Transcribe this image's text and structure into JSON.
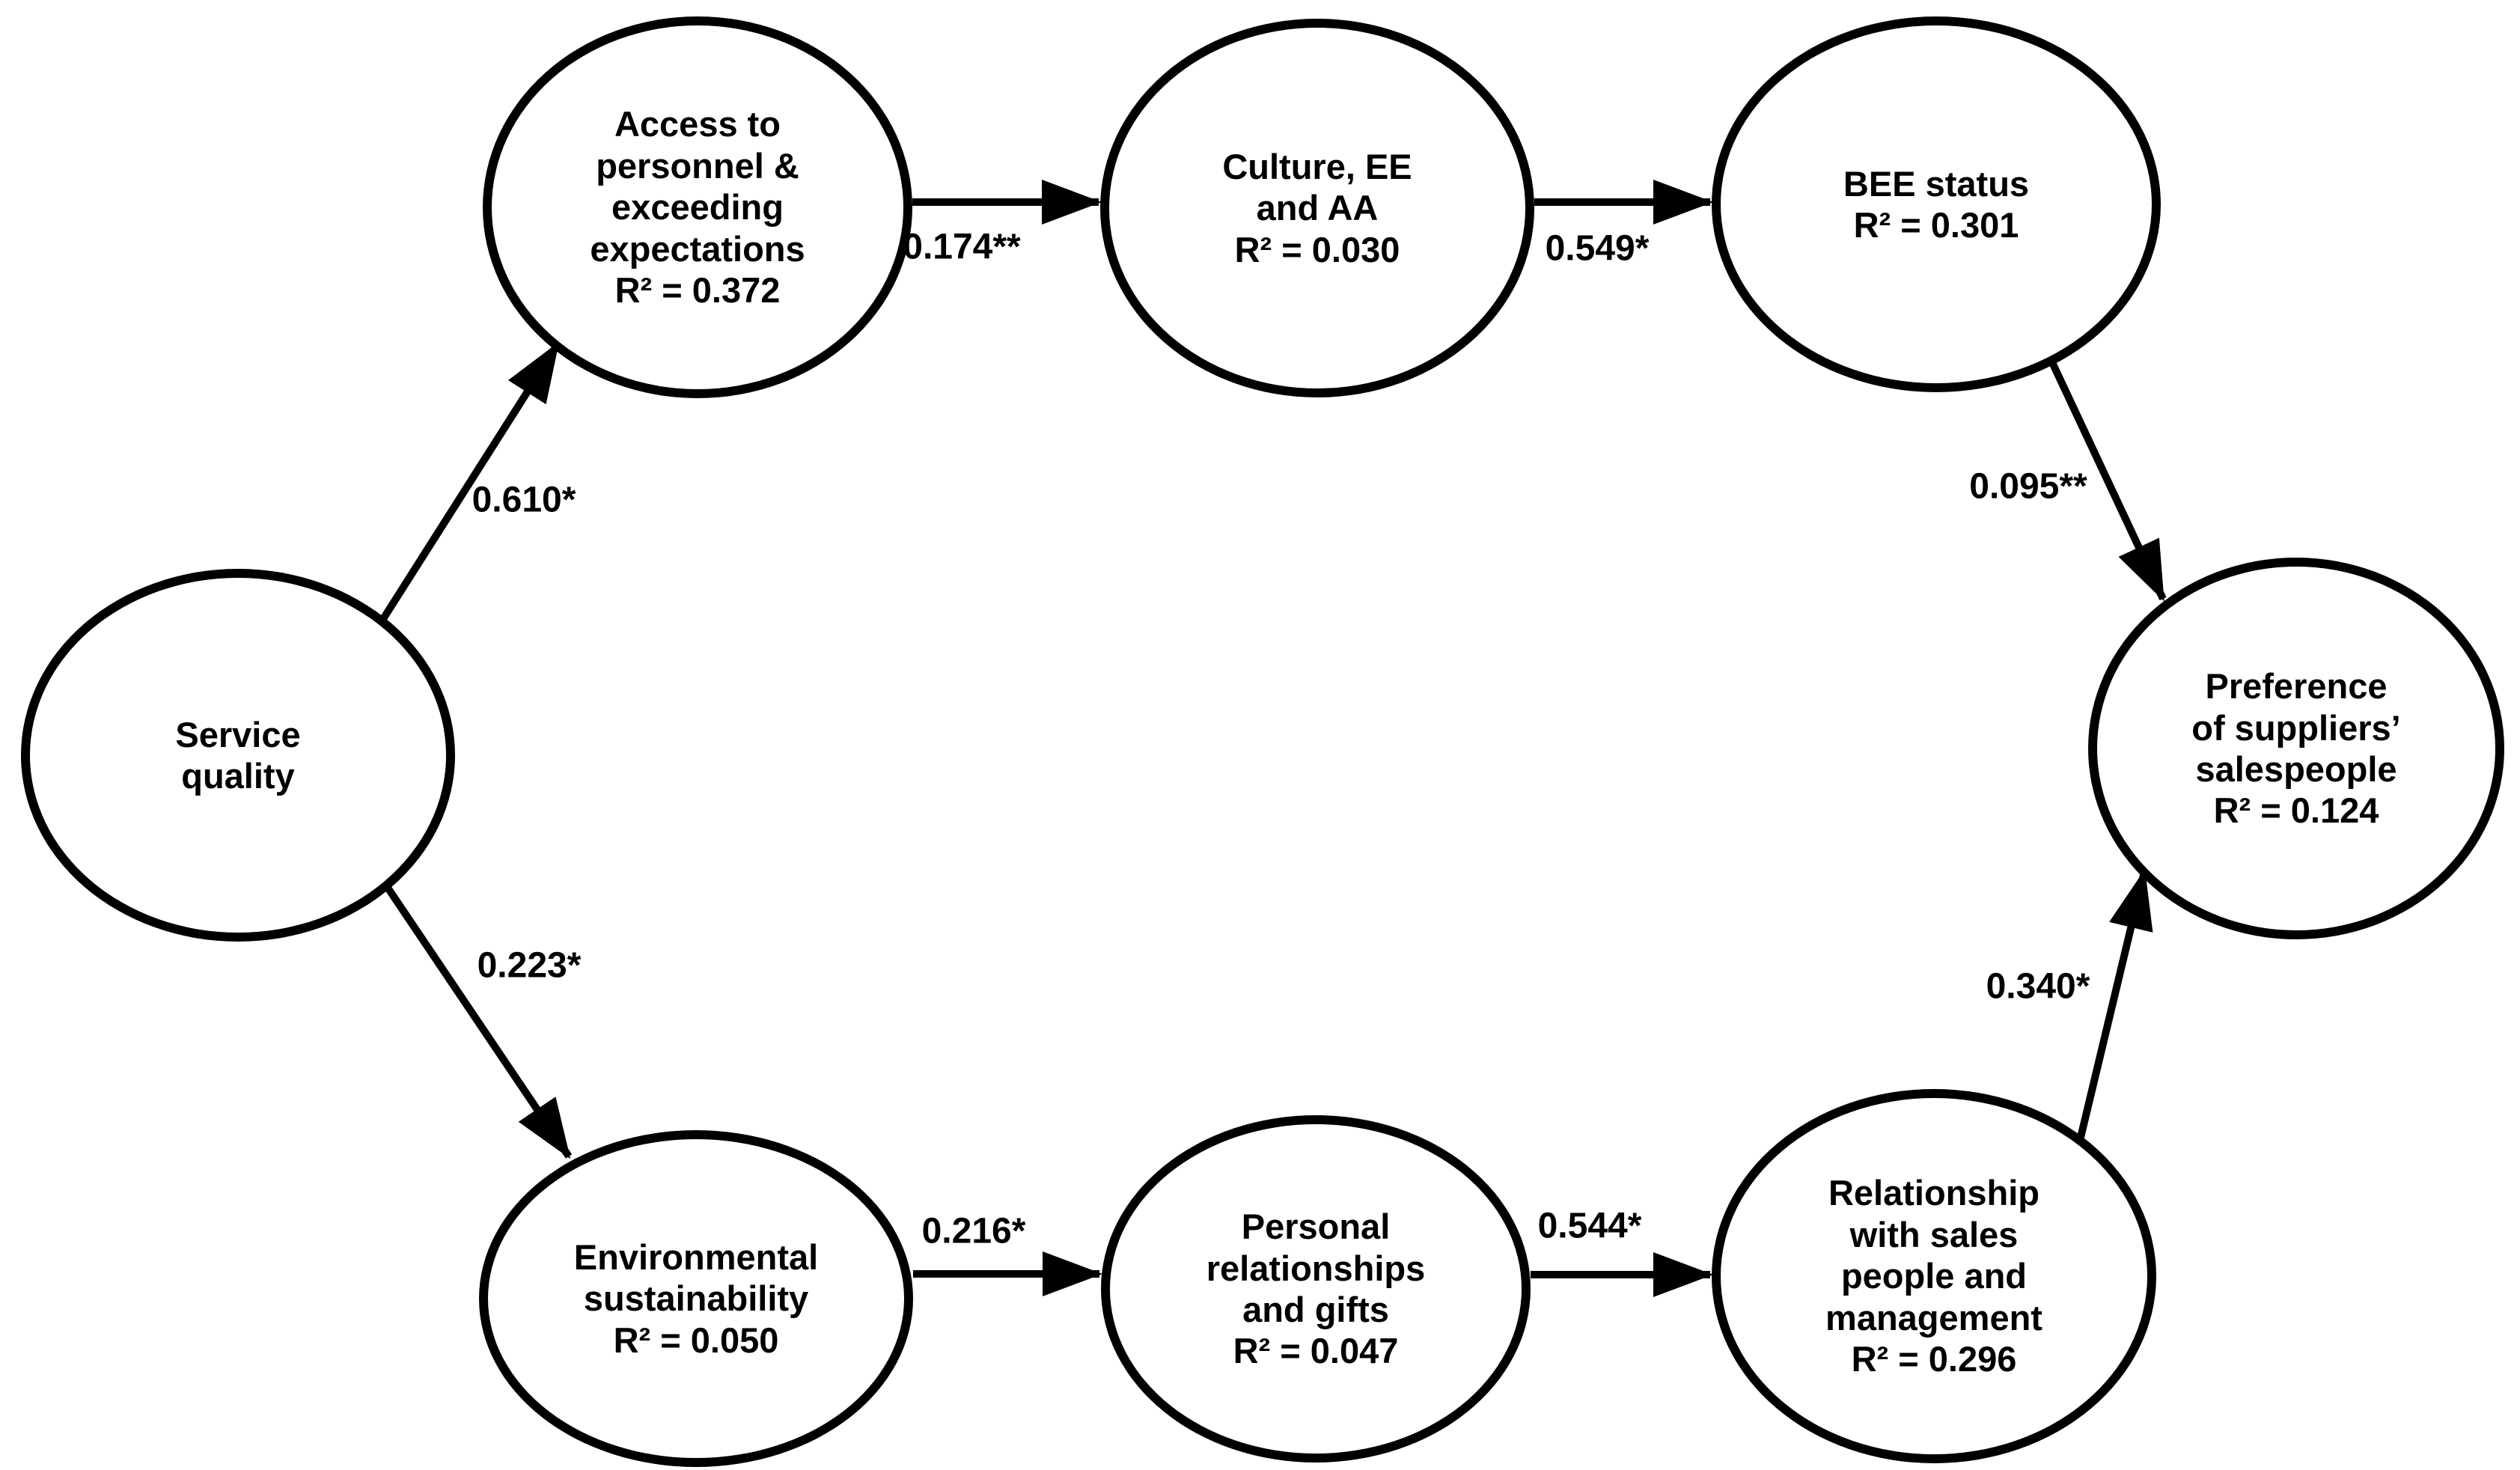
{
  "figure": {
    "type": "structural-path-diagram",
    "colors": {
      "background": "#ffffff",
      "node_fill": "#ffffff",
      "stroke": "#000000",
      "text": "#000000"
    }
  },
  "nodes": {
    "service_quality": {
      "label": "Service\nquality"
    },
    "access_personnel": {
      "label": "Access to\npersonnel &\nexceeding\nexpectations\nR² = 0.372",
      "r_squared": 0.372
    },
    "culture_ee_aa": {
      "label": "Culture, EE\nand AA\nR² = 0.030",
      "r_squared": 0.03
    },
    "bee_status": {
      "label": "BEE status\nR² = 0.301",
      "r_squared": 0.301
    },
    "preference_salespeople": {
      "label": "Preference\nof suppliers’\nsalespeople\nR² = 0.124",
      "r_squared": 0.124
    },
    "environmental_sustainability": {
      "label": "Environmental\nsustainability\nR² = 0.050",
      "r_squared": 0.05
    },
    "personal_relationships": {
      "label": "Personal\nrelationships\nand gifts\nR² = 0.047",
      "r_squared": 0.047
    },
    "relationship_sales_management": {
      "label": "Relationship\nwith sales\npeople and\nmanagement\nR² = 0.296",
      "r_squared": 0.296
    }
  },
  "edges": {
    "service_to_access": {
      "from": "service_quality",
      "to": "access_personnel",
      "label": "0.610*"
    },
    "service_to_environmental": {
      "from": "service_quality",
      "to": "environmental_sustainability",
      "label": "0.223*"
    },
    "access_to_culture": {
      "from": "access_personnel",
      "to": "culture_ee_aa",
      "label": "0.174**"
    },
    "culture_to_bee": {
      "from": "culture_ee_aa",
      "to": "bee_status",
      "label": "0.549*"
    },
    "bee_to_preference": {
      "from": "bee_status",
      "to": "preference_salespeople",
      "label": "0.095**"
    },
    "environmental_to_personal": {
      "from": "environmental_sustainability",
      "to": "personal_relationships",
      "label": "0.216*"
    },
    "personal_to_relationship": {
      "from": "personal_relationships",
      "to": "relationship_sales_management",
      "label": "0.544*"
    },
    "relationship_to_preference": {
      "from": "relationship_sales_management",
      "to": "preference_salespeople",
      "label": "0.340*"
    }
  }
}
